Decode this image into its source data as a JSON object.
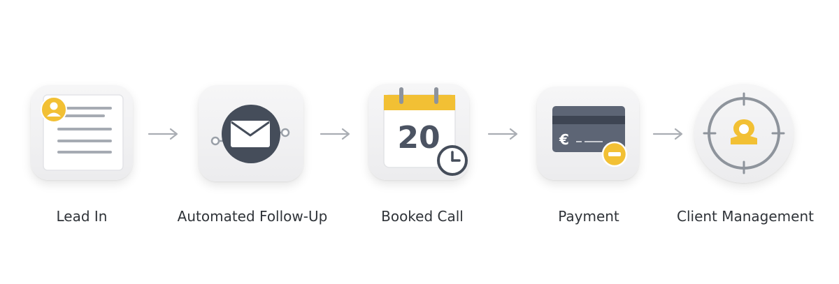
{
  "steps": [
    {
      "label": "Lead In",
      "icon": "lead-form-icon"
    },
    {
      "label": "Automated Follow-Up",
      "icon": "email-automation-icon"
    },
    {
      "label": "Booked Call",
      "icon": "calendar-clock-icon",
      "calendar_day": "20"
    },
    {
      "label": "Payment",
      "icon": "credit-card-minus-icon",
      "currency_symbol": "€"
    },
    {
      "label": "Client Management",
      "icon": "client-target-icon"
    }
  ],
  "colors": {
    "accent": "#F2C034",
    "dark": "#454d5a",
    "line": "#9aa0a8",
    "text": "#2f3338"
  }
}
